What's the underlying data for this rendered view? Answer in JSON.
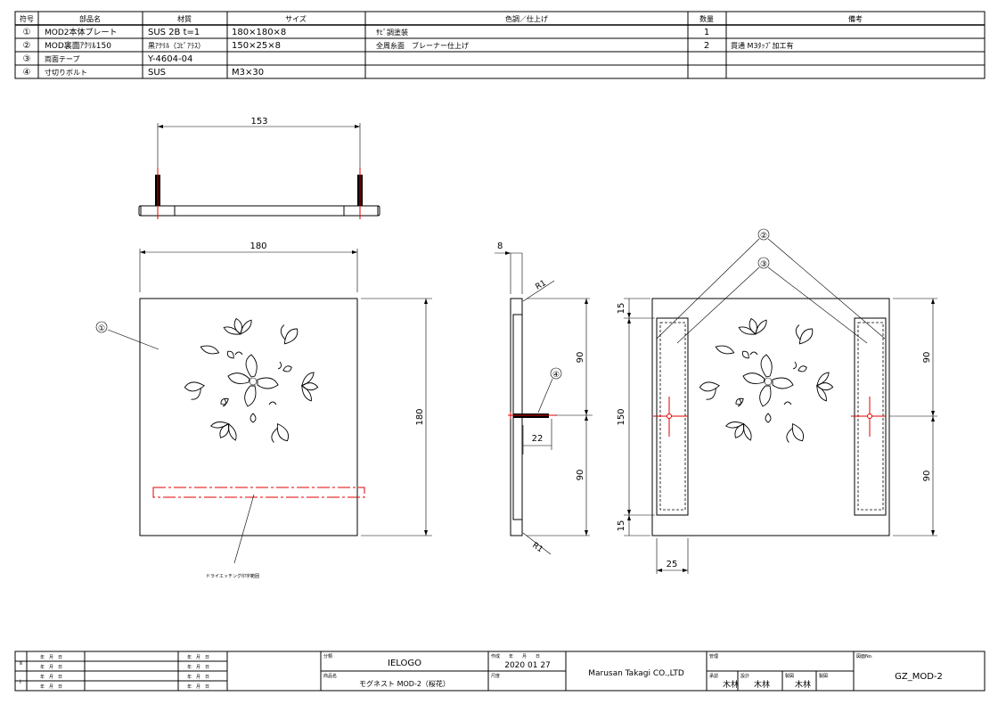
{
  "parts_table": {
    "headers": [
      "符号",
      "部品名",
      "材質",
      "サイズ",
      "色調／仕上げ",
      "数量",
      "備考"
    ],
    "rows": [
      [
        "①",
        "MOD2本体プレート",
        "SUS 2B t=1",
        "180×180×8",
        "ｻﾋﾞ調塗装",
        "1",
        ""
      ],
      [
        "②",
        "MOD裏面ｱｸﾘﾙ150",
        "黒ｱｸﾘﾙ（ｺﾋﾟｱﾗｽ）",
        "150×25×8",
        "全周糸面　ブレーナー仕上げ",
        "2",
        "貫通 M3ﾀｯﾌﾟ加工有"
      ],
      [
        "③",
        "両面テープ",
        "Y-4604-04",
        "",
        "",
        "",
        ""
      ],
      [
        "④",
        "寸切りボルト",
        "SUS",
        "M3×30",
        "",
        "",
        ""
      ]
    ]
  },
  "dimensions": {
    "top_width": "153",
    "front_width": "180",
    "front_height": "180",
    "side_thickness": "8",
    "side_radius_top": "R1",
    "side_radius_bottom": "R1",
    "side_upper": "90",
    "side_lower": "90",
    "bolt_length": "22",
    "rear_top": "15",
    "rear_mid": "150",
    "rear_bottom": "15",
    "rear_upper": "90",
    "rear_lower": "90",
    "rear_bar_width": "25"
  },
  "callouts": {
    "part1": "①",
    "part2": "②",
    "part3": "③",
    "part4": "④",
    "etching": "ドライエッチング印字範囲"
  },
  "title_block": {
    "rev_labels": [
      "Ⅱ",
      "Ⅰ"
    ],
    "date_placeholder": "年　月　日",
    "category_label": "分類",
    "category": "IELOGO",
    "product_label": "商品名",
    "product": "モグネスト MOD-2（桜花）",
    "created_label": "作成　　年　　月　　日",
    "created_date": "2020 01 27",
    "scale_label": "尺度",
    "company": "Marusan Takagi CO.,LTD",
    "approve_label": "管理",
    "check_label": "承認",
    "check_name": "木林",
    "design_label": "設計",
    "design_name": "木林",
    "draft_label": "製図",
    "draft_name": "木林",
    "drawn_label": "製図",
    "drawing_no_label": "図面No.",
    "drawing_no": "GZ_MOD-2"
  },
  "colors": {
    "line": "#000000",
    "centerline": "#e00000"
  }
}
